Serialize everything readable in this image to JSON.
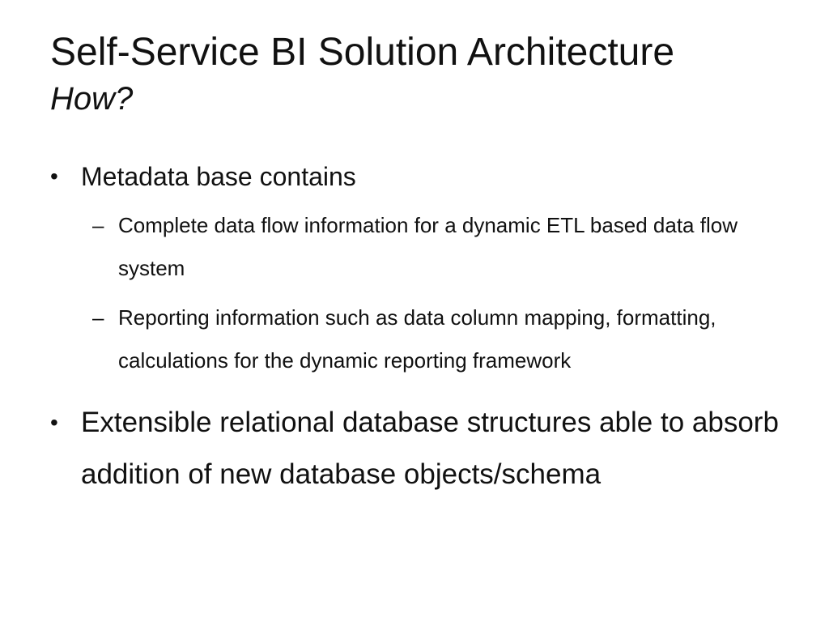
{
  "slide": {
    "title": "Self-Service BI Solution Architecture",
    "subtitle": "How?",
    "bullets": [
      {
        "marker": "•",
        "text": "Metadata base contains",
        "sub": [
          {
            "marker": "–",
            "text": "Complete data flow information for a dynamic ETL based data flow system"
          },
          {
            "marker": "–",
            "text": "Reporting information such as data column mapping, formatting, calculations for the dynamic reporting framework"
          }
        ]
      },
      {
        "marker": "•",
        "text": "Extensible relational database structures able to absorb addition of new database objects/schema"
      }
    ]
  }
}
